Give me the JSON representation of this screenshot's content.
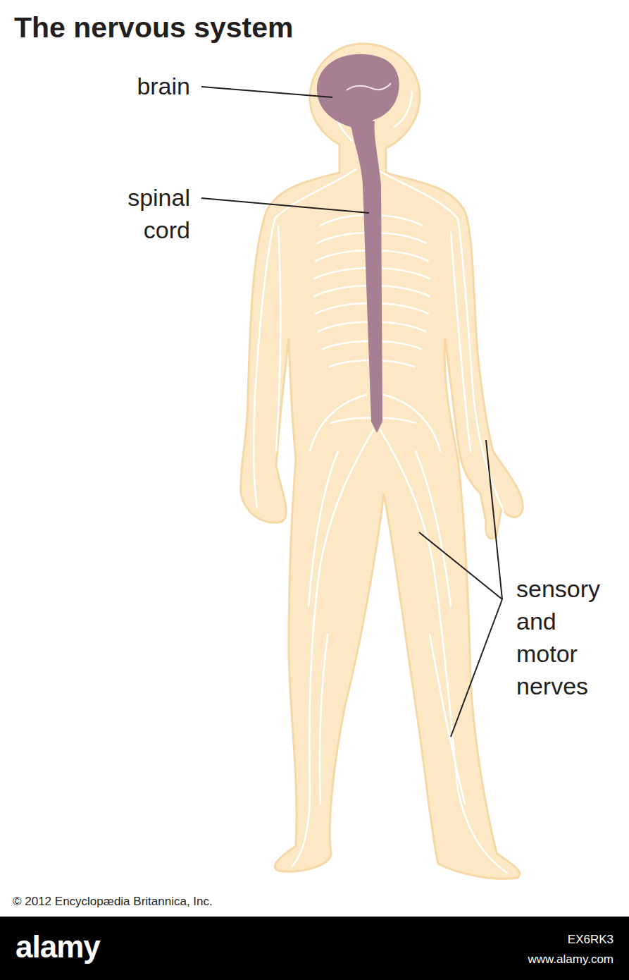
{
  "diagram": {
    "title": "The nervous system",
    "labels": [
      "brain",
      "spinal cord",
      "sensory and motor nerves",
      "© 2012 Encyclopædia Britannica, Inc.",
      "alamy",
      "EX6RK3",
      "www.alamy.com"
    ]
  }
}
